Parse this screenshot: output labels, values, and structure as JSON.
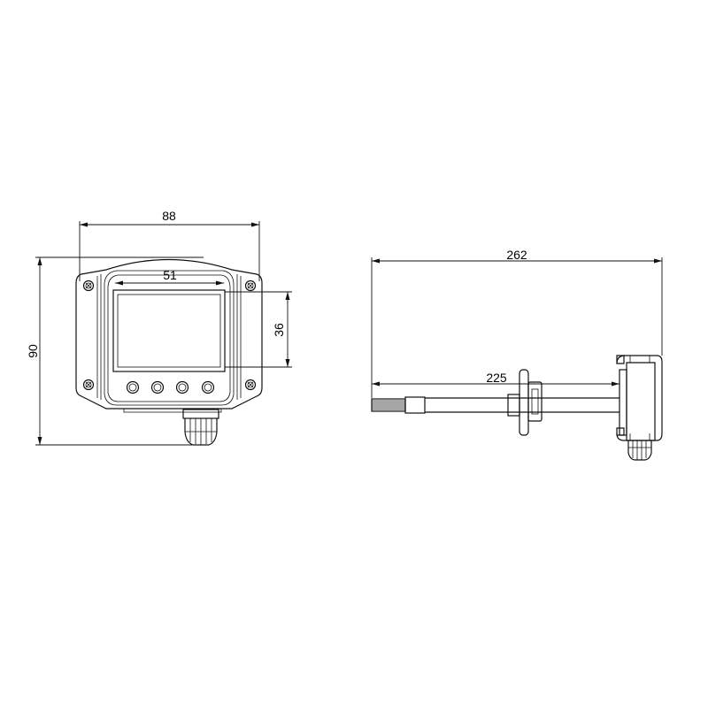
{
  "dimensions": {
    "front_width": "88",
    "front_height": "90",
    "display_width": "51",
    "display_height": "36",
    "side_total_length": "262",
    "probe_length": "225"
  },
  "front_view": {
    "button_count": 4,
    "screw_count": 4
  },
  "colors": {
    "line": "#111111",
    "background": "#ffffff"
  }
}
